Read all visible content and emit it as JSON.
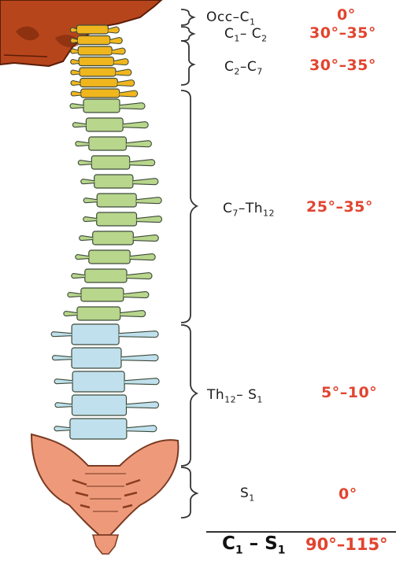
{
  "colors": {
    "angle_text": "#e2442f",
    "skull": "#b7451c",
    "cervical": "#f0b61e",
    "thoracic": "#b8d68c",
    "lumbar": "#bfe0ec",
    "sacrum": "#ee9a7a",
    "bracket": "#333333"
  },
  "segments": [
    {
      "from": "Occ",
      "from_sub": "",
      "to": "C",
      "to_sub": "1",
      "angle": "0°"
    },
    {
      "from": "C",
      "from_sub": "1",
      "to": "C",
      "to_sub": "2",
      "angle": "30°–35°"
    },
    {
      "from": "C",
      "from_sub": "2",
      "to": "C",
      "to_sub": "7",
      "angle": "30°–35°"
    },
    {
      "from": "C",
      "from_sub": "7",
      "to": "Th",
      "to_sub": "12",
      "angle": "25°–35°"
    },
    {
      "from": "Th",
      "from_sub": "12",
      "to": "S",
      "to_sub": "1",
      "angle": "5°–10°"
    },
    {
      "from": "S",
      "from_sub": "1",
      "to": "",
      "to_sub": "",
      "angle": "0°"
    }
  ],
  "total": {
    "from": "C",
    "from_sub": "1",
    "to": "S",
    "to_sub": "1",
    "angle": "90°–115°"
  }
}
